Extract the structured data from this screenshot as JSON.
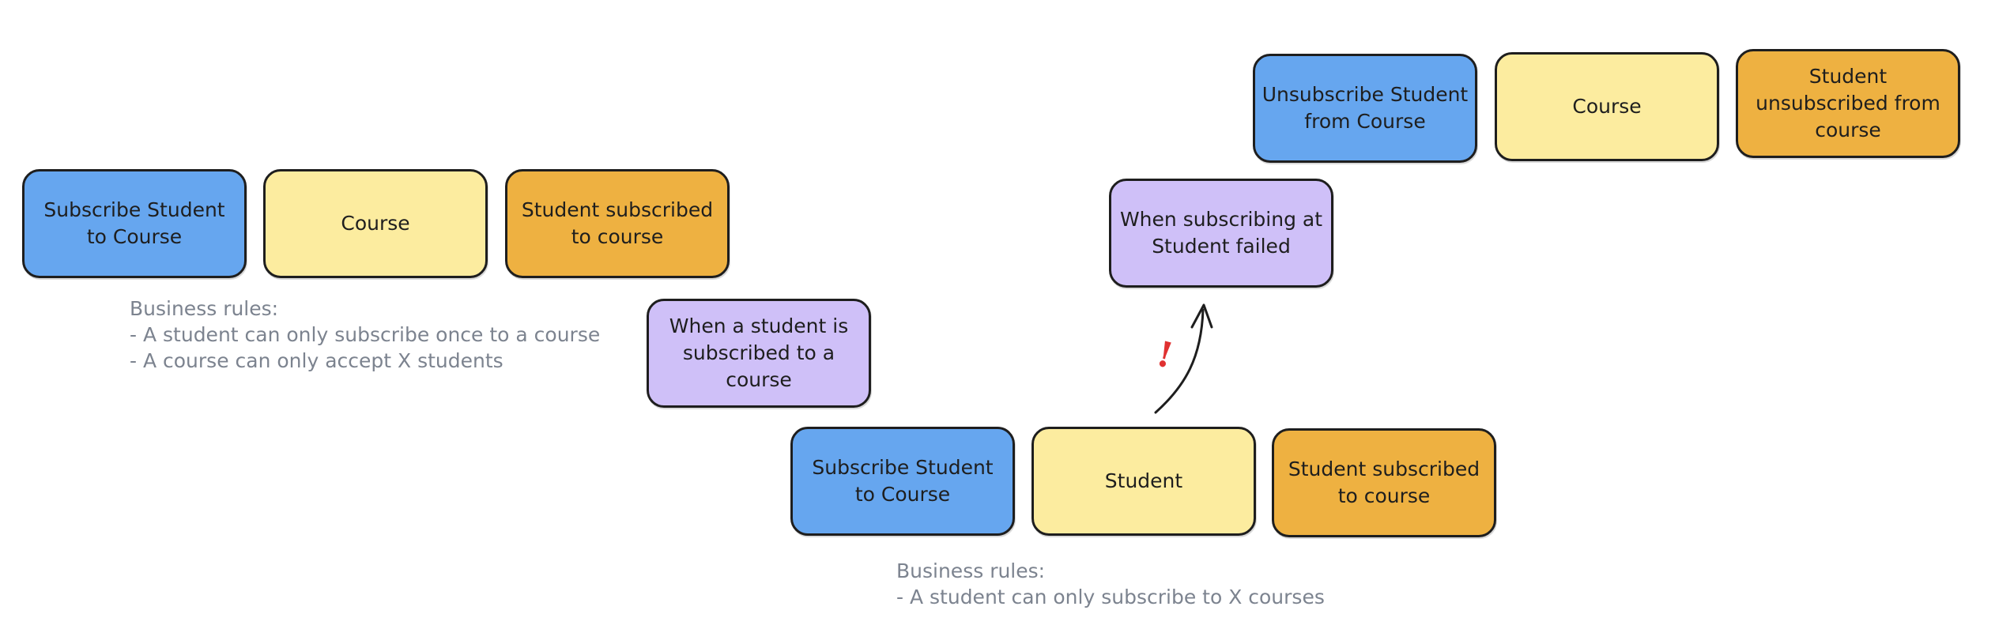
{
  "left_group": {
    "command": "Subscribe Student to Course",
    "aggregate": "Course",
    "event": "Student subscribed to course",
    "rules_title": "Business rules:",
    "rules": [
      "- A student can only subscribe once to a course",
      "- A course can only accept X students"
    ]
  },
  "policy_subscribed": "When a student is subscribed to a course",
  "bottom_group": {
    "command": "Subscribe Student to Course",
    "aggregate": "Student",
    "event": "Student subscribed to course",
    "rules_title": "Business rules:",
    "rules": [
      "- A student can only subscribe to X courses"
    ]
  },
  "policy_failed": "When subscribing at Student failed",
  "failure_marker": "!",
  "top_group": {
    "command": "Unsubscribe Student from Course",
    "aggregate": "Course",
    "event": "Student unsubscribed from course"
  },
  "colors": {
    "command": "#66a6ef",
    "aggregate": "#fcec9f",
    "event": "#eeb141",
    "policy": "#cfc0f8",
    "rules_text": "#7c838f",
    "warning": "#e03131"
  }
}
